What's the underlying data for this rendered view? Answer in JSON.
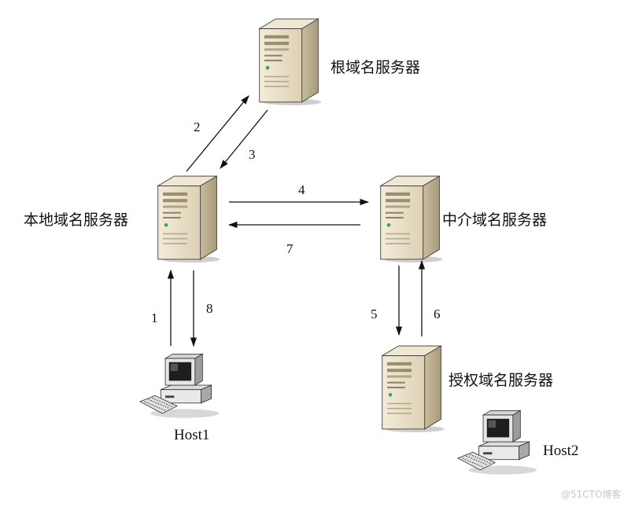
{
  "nodes": {
    "root_server": {
      "label": "根域名服务器",
      "icon": "server-icon"
    },
    "local_server": {
      "label": "本地域名服务器",
      "icon": "server-icon"
    },
    "intermediate_server": {
      "label": "中介域名服务器",
      "icon": "server-icon"
    },
    "authoritative_server": {
      "label": "授权域名服务器",
      "icon": "server-icon"
    },
    "host1": {
      "label": "Host1",
      "icon": "desktop-computer-icon"
    },
    "host2": {
      "label": "Host2",
      "icon": "desktop-computer-icon"
    }
  },
  "edges": [
    {
      "step": "1",
      "from": "host1",
      "to": "local_server"
    },
    {
      "step": "2",
      "from": "local_server",
      "to": "root_server"
    },
    {
      "step": "3",
      "from": "root_server",
      "to": "local_server"
    },
    {
      "step": "4",
      "from": "local_server",
      "to": "intermediate_server"
    },
    {
      "step": "5",
      "from": "intermediate_server",
      "to": "authoritative_server"
    },
    {
      "step": "6",
      "from": "authoritative_server",
      "to": "intermediate_server"
    },
    {
      "step": "7",
      "from": "intermediate_server",
      "to": "local_server"
    },
    {
      "step": "8",
      "from": "local_server",
      "to": "host1"
    }
  ],
  "watermark": "@51CTO博客",
  "colors": {
    "server_body": "#e8dfc8",
    "server_shadow": "#b8ab8c",
    "stroke": "#111111"
  }
}
